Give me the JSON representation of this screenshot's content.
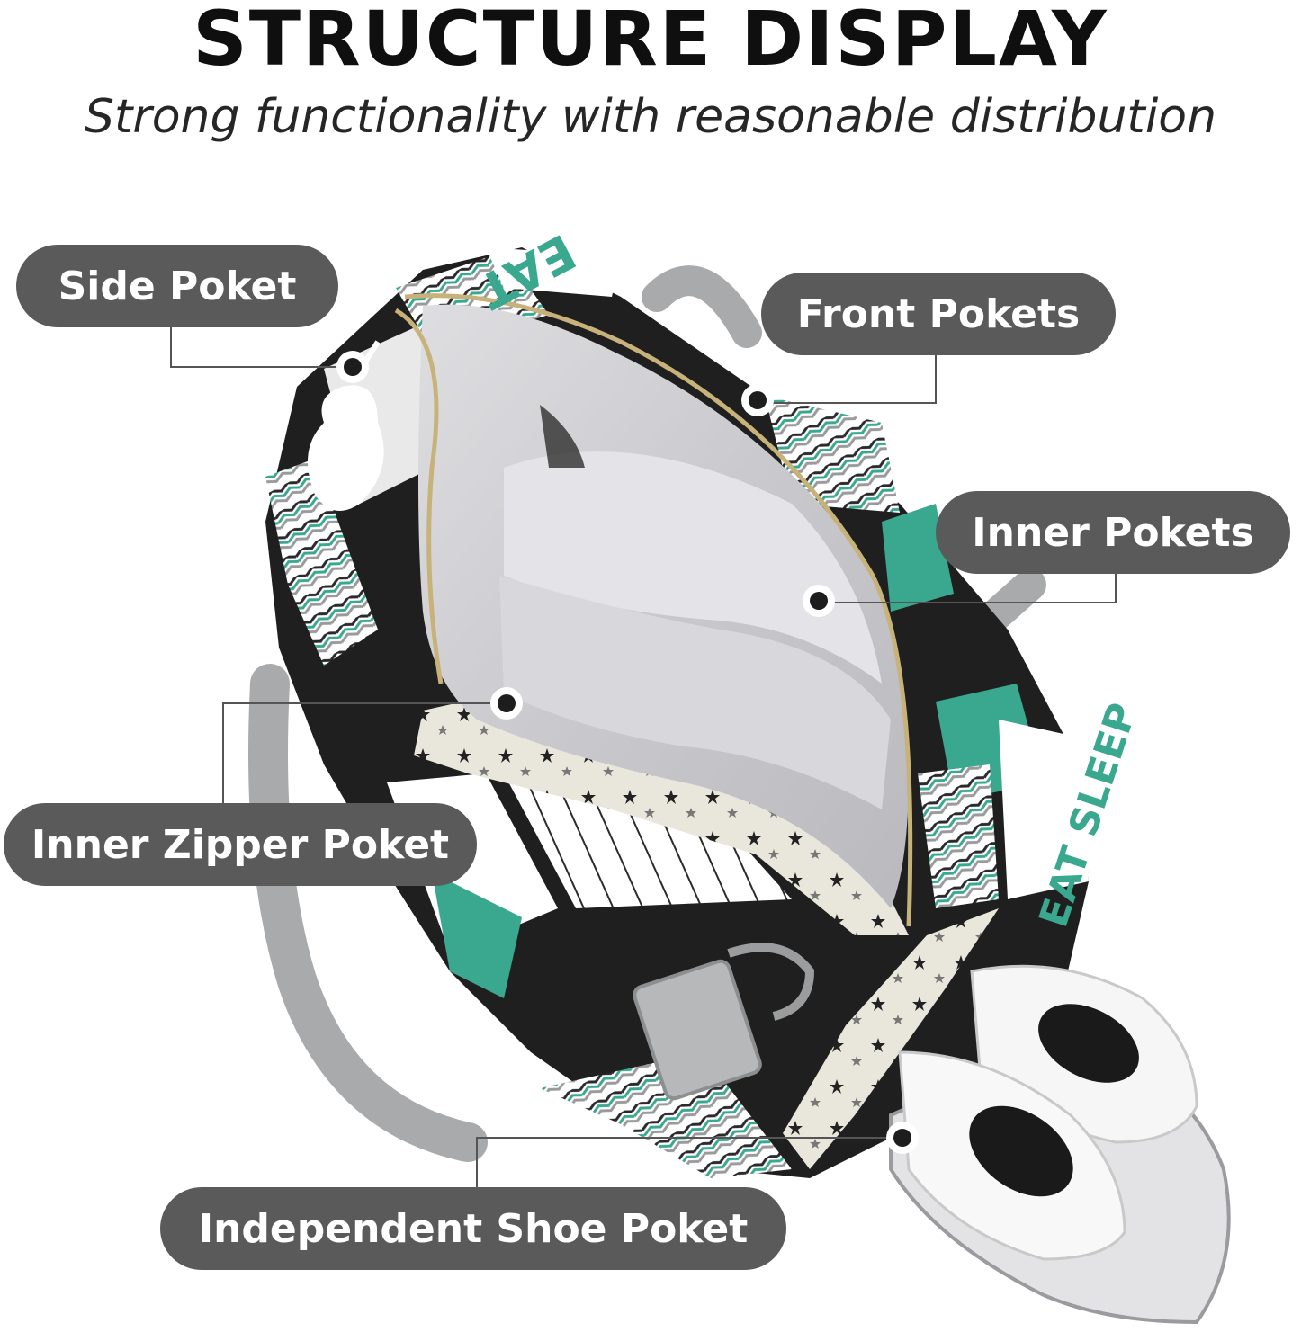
{
  "header": {
    "title": "STRUCTURE DISPLAY",
    "subtitle": "Strong functionality with reasonable distribution"
  },
  "callouts": {
    "side": "Side Poket",
    "front": "Front Pokets",
    "inner": "Inner Pokets",
    "zipper": "Inner Zipper Poket",
    "shoe": "Independent Shoe Poket"
  },
  "bag_print": {
    "text_top": "EAT",
    "text_bottom": "EAT SLEEP"
  },
  "colors": {
    "label_bg": "#5a5a5a",
    "teal": "#3aa88f",
    "lining": "#cfcfd2",
    "strap": "#a9aaac"
  }
}
